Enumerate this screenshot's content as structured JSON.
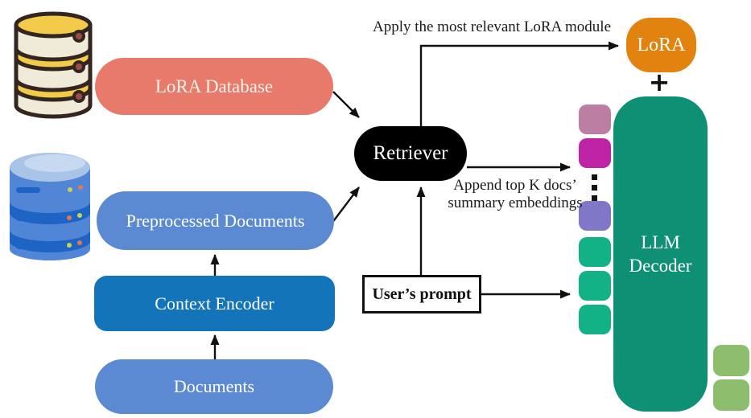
{
  "figure": "retrieval-augmented LoRA LLM architecture diagram",
  "nodes": {
    "lora_database": {
      "label": "LoRA Database",
      "bg": "#E87A6C",
      "fg": "#FBF3EA"
    },
    "preprocessed_documents": {
      "label": "Preprocessed Documents",
      "bg": "#5C8AD2",
      "fg": "#FFFFFF"
    },
    "context_encoder": {
      "label": "Context Encoder",
      "bg": "#1474BA",
      "fg": "#FFFFFF"
    },
    "documents": {
      "label": "Documents",
      "bg": "#5C8AD2",
      "fg": "#FFFFFF"
    },
    "retriever": {
      "label": "Retriever",
      "bg": "#000000",
      "fg": "#FFFFFF"
    },
    "users_prompt": {
      "label": "User’s prompt",
      "bg": "#FFFFFF",
      "fg": "#111111"
    },
    "lora": {
      "label": "LoRA",
      "bg": "#E2830F",
      "fg": "#FFFFFF"
    },
    "plus": {
      "label": "+",
      "fg": "#111111"
    },
    "llm_decoder": {
      "line1": "LLM",
      "line2": "Decoder",
      "bg": "#0E9075",
      "fg": "#FFFFFF"
    }
  },
  "annotations": {
    "apply": "Apply the most relevant LoRA module",
    "append_line1": "Append top K docs’",
    "append_line2": "summary embeddings"
  },
  "embedding_tokens": {
    "doc_token_1": "#BC7FA3",
    "doc_token_2": "#BE23A6",
    "doc_token_3": "#8077C9",
    "prompt_token": "#12B286",
    "output_token": "#8CBE6E"
  },
  "icon_palette": {
    "yellow_db": {
      "outline": "#33251F",
      "body": "#F0EBD8",
      "disk_top": "#F2CB4A",
      "dot": "#9E4A46"
    },
    "blue_db": {
      "body": "#5186D6",
      "top": "#A9C4E6",
      "top_highlight": "#C6D9F1",
      "band": "#1D64C4",
      "dot_orange": "#E2784E",
      "dot_yellow": "#C9D155"
    }
  }
}
